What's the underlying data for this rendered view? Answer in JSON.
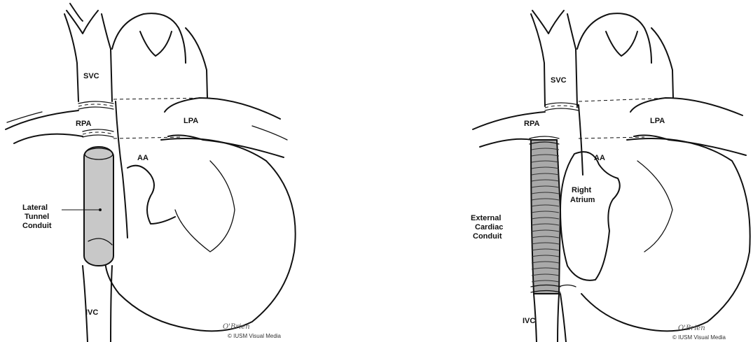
{
  "left_panel": {
    "labels": {
      "svc": "SVC",
      "rpa": "RPA",
      "lpa": "LPA",
      "aa": "AA",
      "ivc": "IVC",
      "conduit_1": "Lateral",
      "conduit_2": "Tunnel",
      "conduit_3": "Conduit"
    },
    "credit": "© IUSM Visual Media",
    "signature": "O'Brien"
  },
  "right_panel": {
    "labels": {
      "svc": "SVC",
      "rpa": "RPA",
      "lpa": "LPA",
      "aa": "AA",
      "ivc": "IVC",
      "atrium_1": "Right",
      "atrium_2": "Atrium",
      "conduit_1": "External",
      "conduit_2": "Cardiac",
      "conduit_3": "Conduit"
    },
    "credit": "© IUSM Visual Media",
    "signature": "O'Brien"
  },
  "colors": {
    "line": "#111111",
    "tunnel_fill": "#c8c8c8",
    "conduit_fill": "#a9a9a9",
    "background": "#ffffff"
  }
}
